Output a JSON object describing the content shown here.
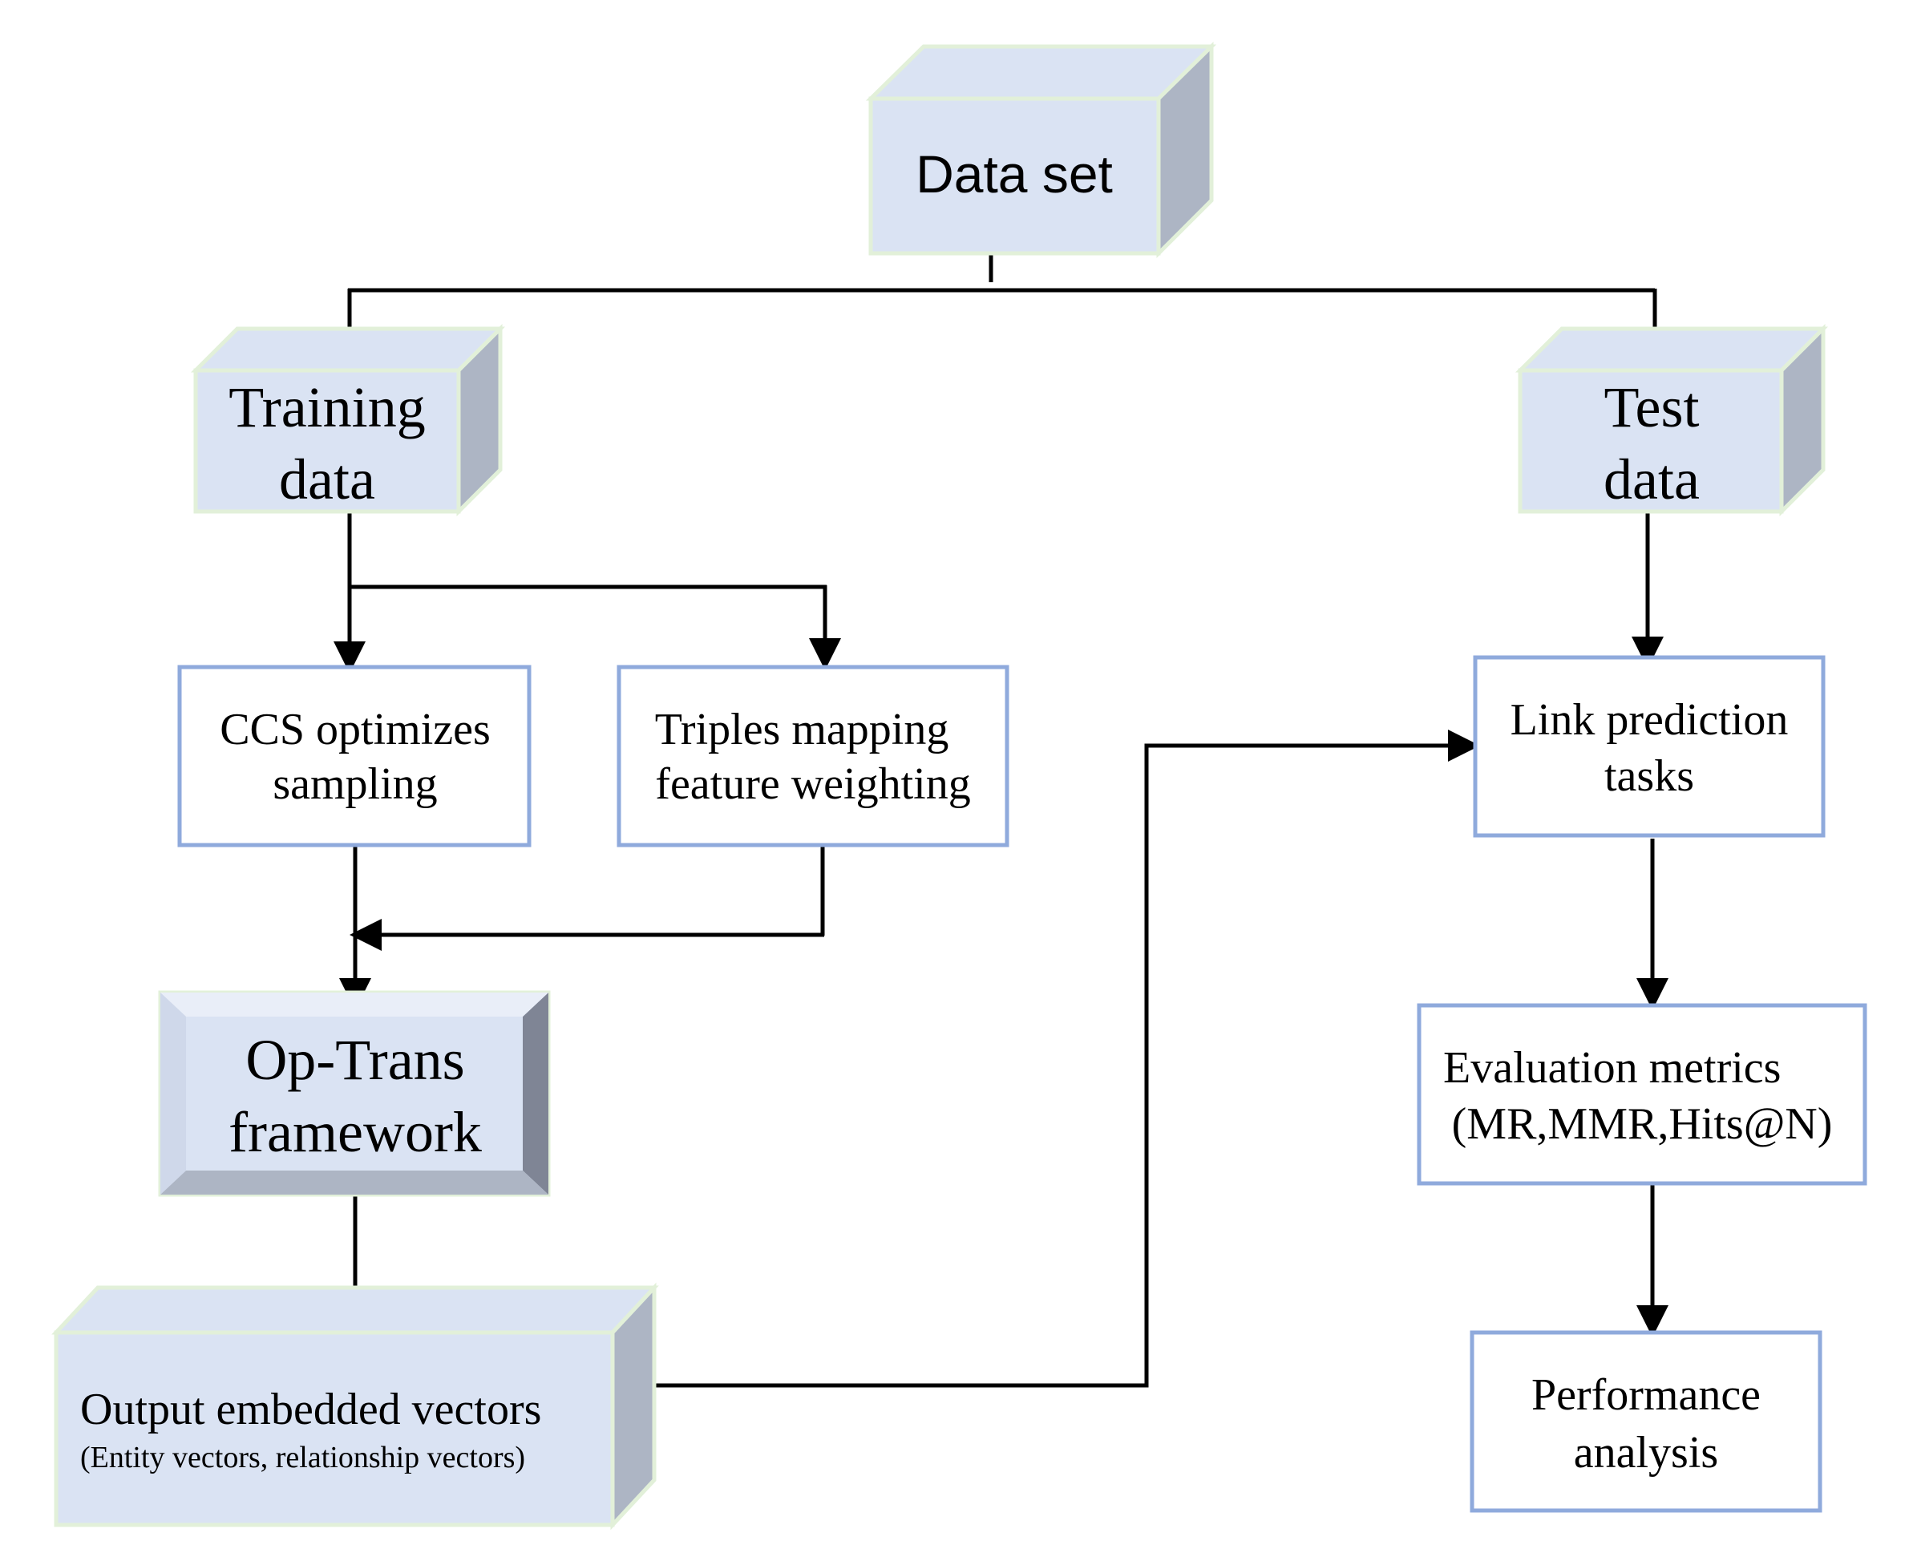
{
  "diagram": {
    "colors": {
      "cube_face": "#dae3f3",
      "cube_side": "#adb5c4",
      "cube_outline": "#e2f0d9",
      "box_border": "#8faadc",
      "arrow": "#000000"
    },
    "nodes": {
      "data_set": {
        "label": "Data set"
      },
      "training_data": {
        "line1": "Training",
        "line2": "data"
      },
      "test_data": {
        "line1": "Test",
        "line2": "data"
      },
      "ccs": {
        "line1": "CCS optimizes",
        "line2": "sampling"
      },
      "triples": {
        "line1": "Triples mapping",
        "line2": "feature weighting"
      },
      "op_trans": {
        "line1": "Op-Trans",
        "line2": "framework"
      },
      "output": {
        "line1": "Output embedded vectors",
        "line2": "(Entity vectors, relationship vectors)"
      },
      "link_prediction": {
        "line1": "Link prediction",
        "line2": "tasks"
      },
      "evaluation": {
        "line1": "Evaluation metrics",
        "line2": "(MR,MMR,Hits@N)"
      },
      "performance": {
        "line1": "Performance",
        "line2": "analysis"
      }
    }
  }
}
